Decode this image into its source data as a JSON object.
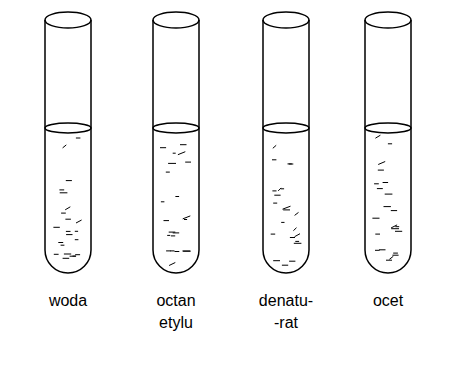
{
  "diagram": {
    "labels": [
      "woda",
      "octan etylu",
      "denatu- -rat",
      "ocet"
    ]
  }
}
